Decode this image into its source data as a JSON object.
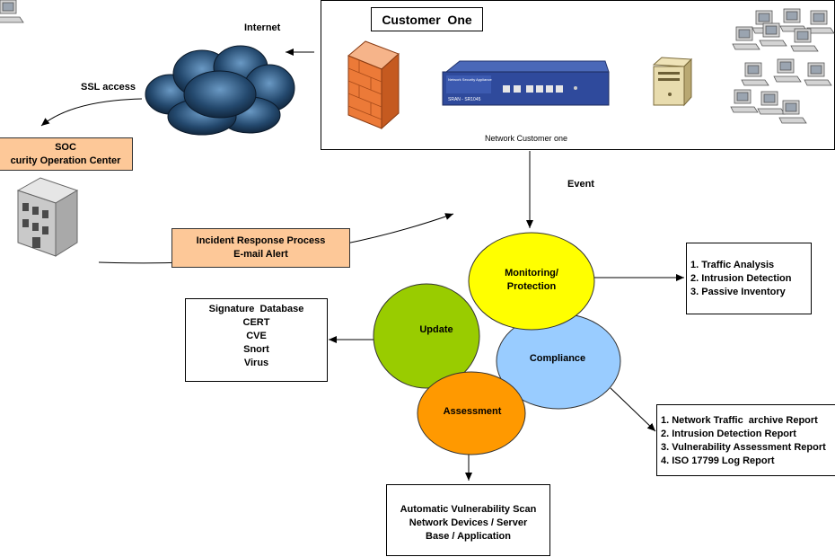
{
  "labels": {
    "internet": "Internet",
    "ssl_access": "SSL access",
    "event": "Event",
    "network_customer": "Network Customer one"
  },
  "customer_box": {
    "title": "Customer  One",
    "device_label": "SRAN - SR1045",
    "device_brand": "Network Security Appliance"
  },
  "soc": {
    "line1": "SOC",
    "line2": "curity Operation Center"
  },
  "incident": {
    "line1": "Incident Response Process",
    "line2": "E-mail Alert"
  },
  "circles": {
    "monitoring": [
      "Monitoring/",
      "Protection"
    ],
    "update": "Update",
    "compliance": "Compliance",
    "assessment": "Assessment"
  },
  "monitoring_list": [
    "1. Traffic  Analysis",
    "2. Intrusion Detection",
    "3. Passive Inventory"
  ],
  "update_list": [
    "Signature  Database",
    "CERT",
    "CVE",
    "Snort",
    "Virus"
  ],
  "compliance_list": [
    "1. Network Traffic  archive Report",
    "2. Intrusion Detection Report",
    "3. Vulnerability Assessment Report",
    "4. ISO 17799 Log Report"
  ],
  "assessment_list": [
    "Automatic Vulnerability Scan",
    "Network Devices / Server",
    "Base / Application"
  ],
  "colors": {
    "monitoring": "#ffff00",
    "update": "#99cc00",
    "compliance": "#99ccff",
    "assessment": "#ff9900",
    "orange_box": "#fdc898"
  }
}
